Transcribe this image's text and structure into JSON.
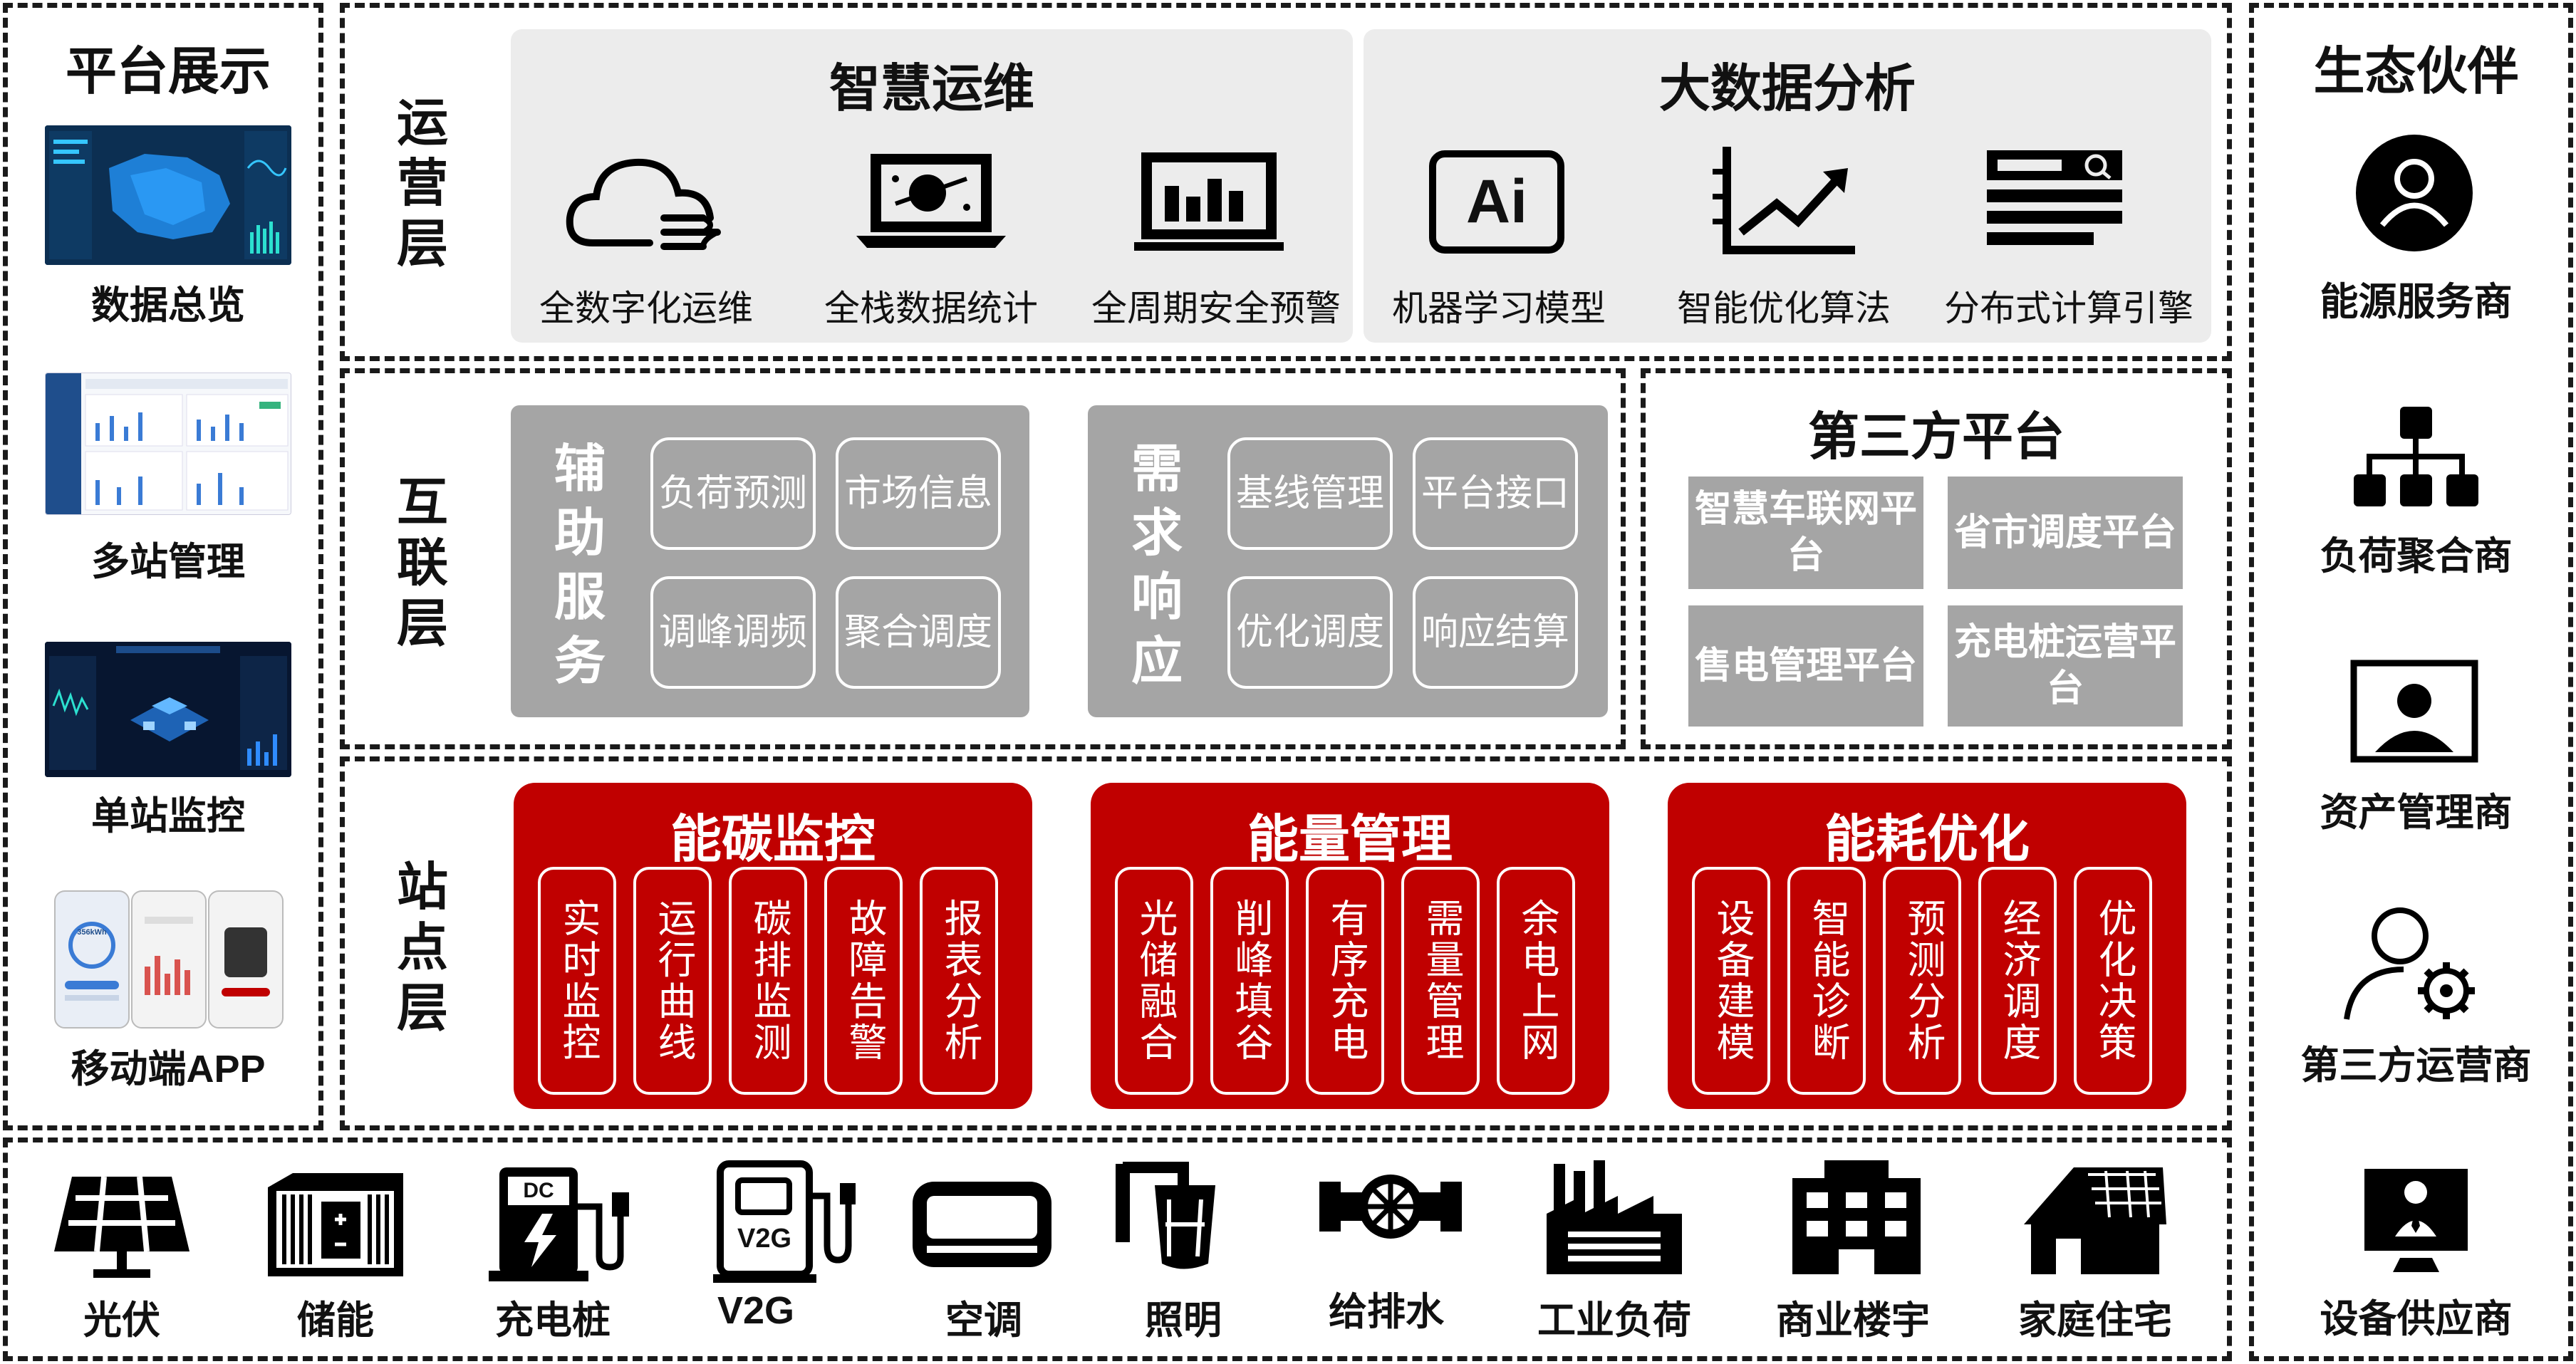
{
  "left_panel": {
    "title": "平台展示",
    "items": [
      {
        "label": "数据总览"
      },
      {
        "label": "多站管理"
      },
      {
        "label": "单站监控"
      },
      {
        "label": "移动端APP"
      }
    ],
    "thumb_text": {
      "app_value": "356kWh"
    }
  },
  "operation_layer": {
    "label": "运营层",
    "panels": [
      {
        "title": "智慧运维",
        "items": [
          {
            "label": "全数字化运维",
            "icon": "cloud-icon"
          },
          {
            "label": "全栈数据统计",
            "icon": "laptop-chart-icon"
          },
          {
            "label": "全周期安全预警",
            "icon": "monitor-bars-icon"
          }
        ]
      },
      {
        "title": "大数据分析",
        "items": [
          {
            "label": "机器学习模型",
            "icon": "ai-icon",
            "glyph": "Ai"
          },
          {
            "label": "智能优化算法",
            "icon": "growth-chart-icon"
          },
          {
            "label": "分布式计算引擎",
            "icon": "server-search-icon"
          }
        ]
      }
    ]
  },
  "interconnect_layer": {
    "label": "互联层",
    "aux": {
      "title": "辅助服务",
      "items": [
        "负荷预测",
        "市场信息",
        "调峰调频",
        "聚合调度"
      ]
    },
    "demand": {
      "title": "需求响应",
      "items": [
        "基线管理",
        "平台接口",
        "优化调度",
        "响应结算"
      ]
    },
    "third_party": {
      "title": "第三方平台",
      "items": [
        "智慧车联网平台",
        "省市调度平台",
        "售电管理平台",
        "充电桩运营平台"
      ]
    }
  },
  "station_layer": {
    "label": "站点层",
    "groups": [
      {
        "title": "能碳监控",
        "items": [
          "实时监控",
          "运行曲线",
          "碳排监测",
          "故障告警",
          "报表分析"
        ]
      },
      {
        "title": "能量管理",
        "items": [
          "光储融合",
          "削峰填谷",
          "有序充电",
          "需量管理",
          "余电上网"
        ]
      },
      {
        "title": "能耗优化",
        "items": [
          "设备建模",
          "智能诊断",
          "预测分析",
          "经济调度",
          "优化决策"
        ]
      }
    ]
  },
  "devices": {
    "items": [
      {
        "label": "光伏",
        "icon": "solar-panel-icon"
      },
      {
        "label": "储能",
        "icon": "energy-storage-icon"
      },
      {
        "label": "充电桩",
        "icon": "charging-pile-icon",
        "glyph": "DC"
      },
      {
        "label": "V2G",
        "icon": "v2g-icon",
        "glyph": "V2G"
      },
      {
        "label": "空调",
        "icon": "air-conditioner-icon"
      },
      {
        "label": "照明",
        "icon": "lamp-icon"
      },
      {
        "label": "给排水",
        "icon": "water-valve-icon"
      },
      {
        "label": "工业负荷",
        "icon": "factory-icon"
      },
      {
        "label": "商业楼宇",
        "icon": "building-icon"
      },
      {
        "label": "家庭住宅",
        "icon": "house-icon"
      }
    ]
  },
  "right_panel": {
    "title": "生态伙伴",
    "items": [
      {
        "label": "能源服务商",
        "icon": "user-circle-icon"
      },
      {
        "label": "负荷聚合商",
        "icon": "hierarchy-icon"
      },
      {
        "label": "资产管理商",
        "icon": "user-frame-icon"
      },
      {
        "label": "第三方运营商",
        "icon": "user-gear-icon"
      },
      {
        "label": "设备供应商",
        "icon": "supplier-screen-icon"
      }
    ]
  }
}
